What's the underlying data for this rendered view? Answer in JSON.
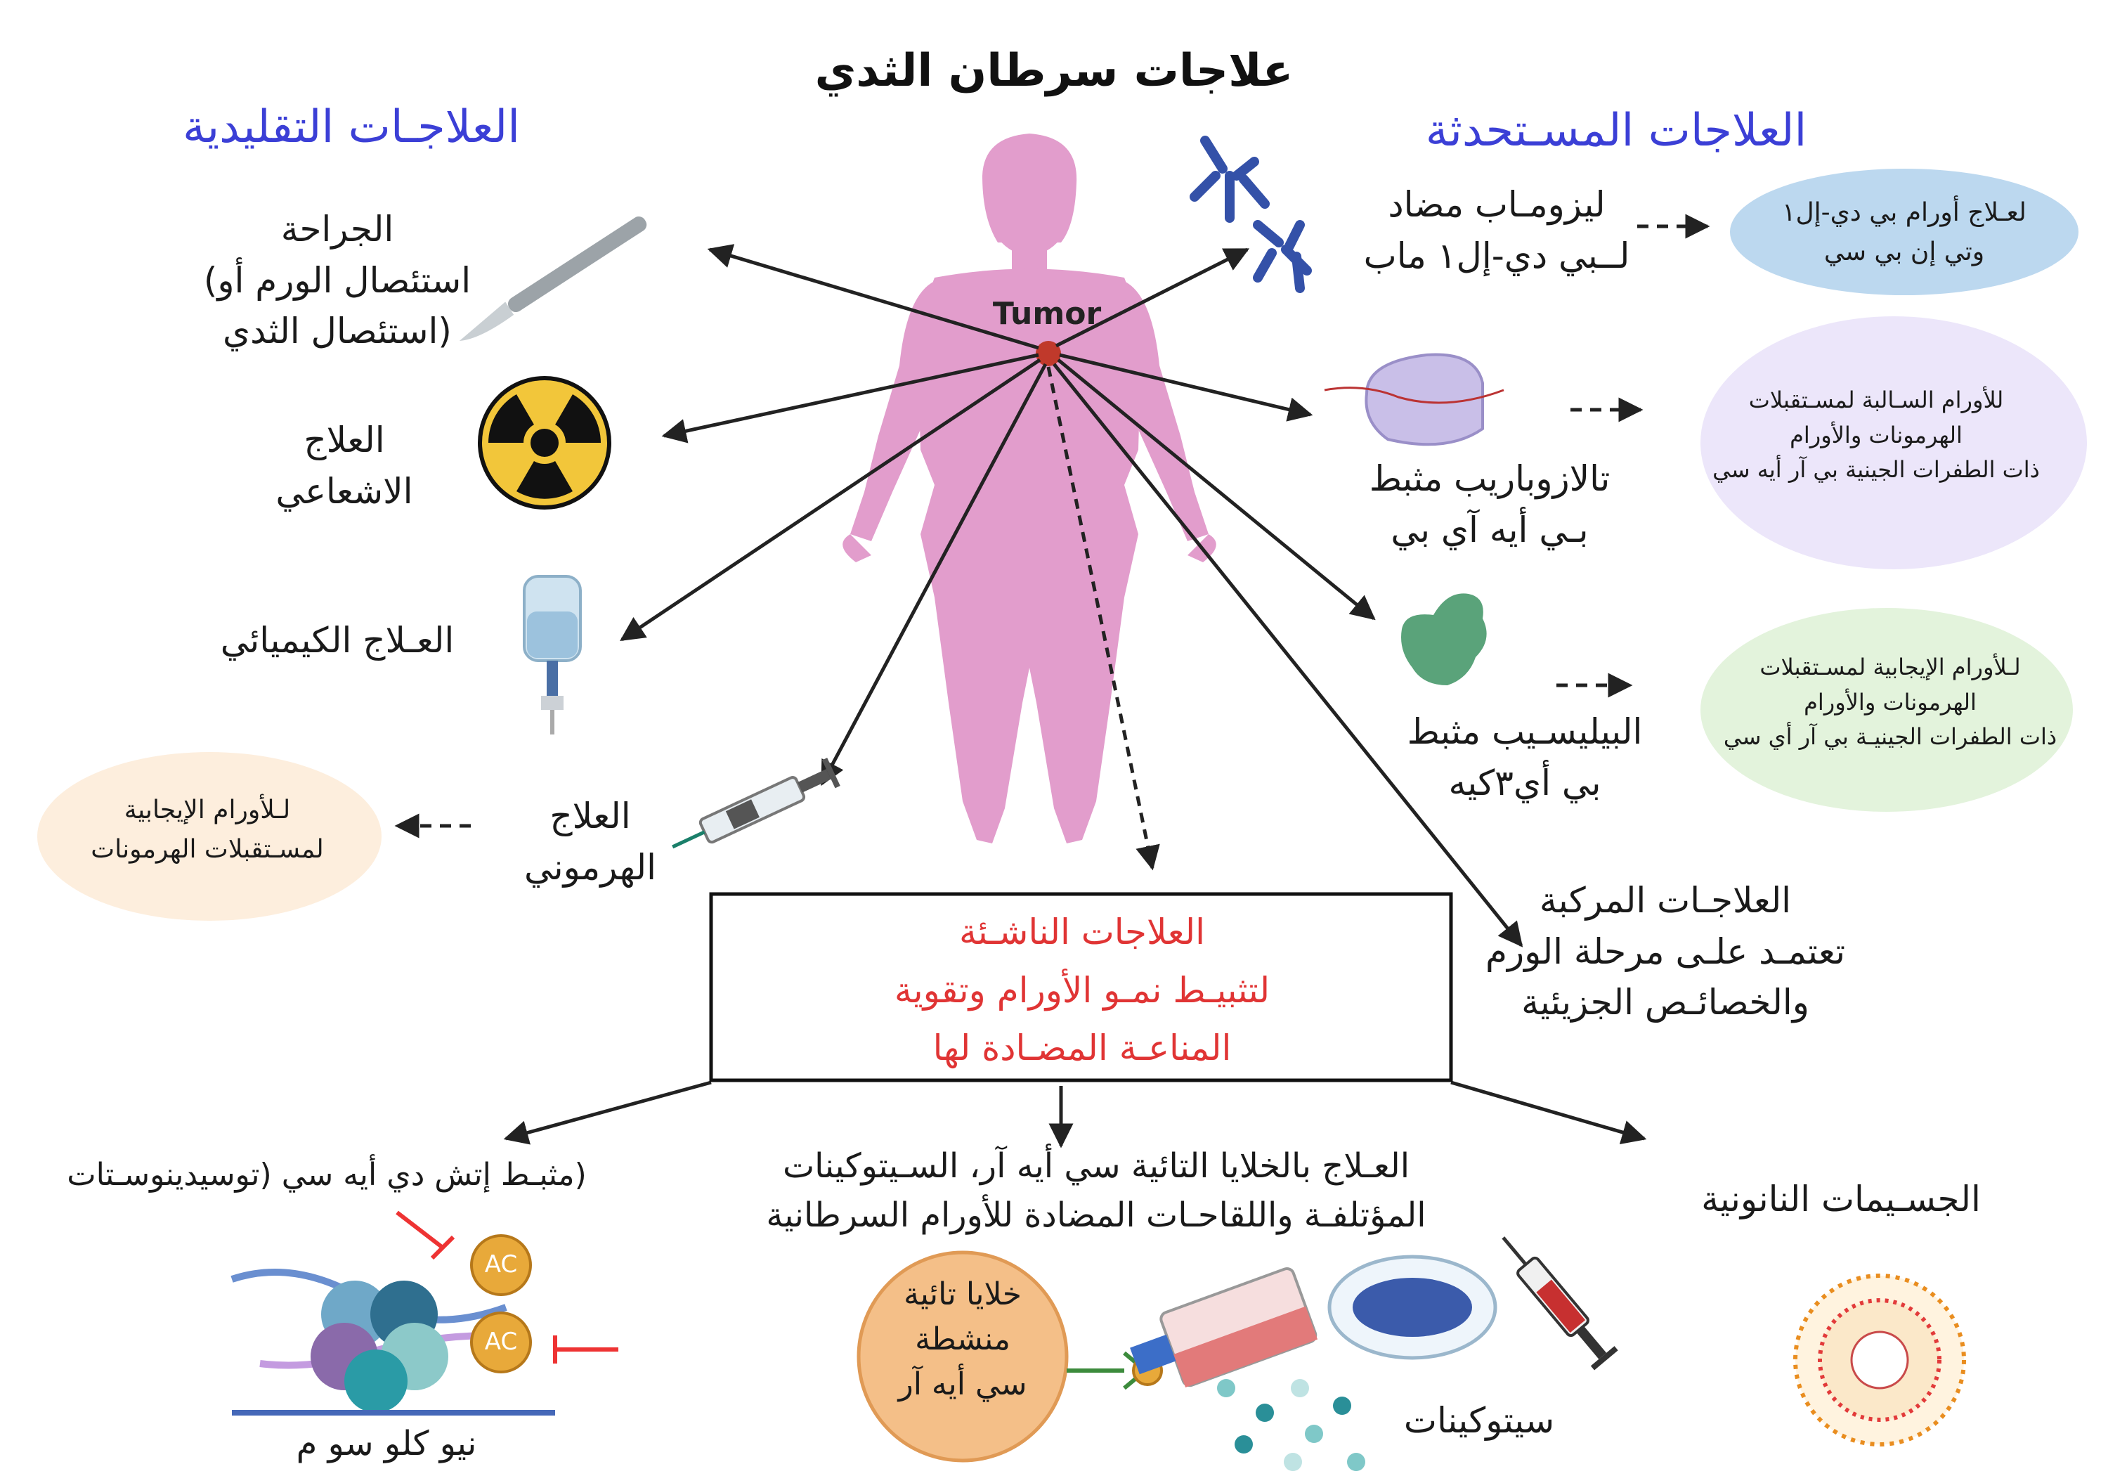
{
  "title": "علاجات سرطان الثدي",
  "headings": {
    "traditional": "العلاجـات التقليدية",
    "modern": "العلاجات المسـتحدثة"
  },
  "center": {
    "tumor_label": "Tumor"
  },
  "traditional": {
    "surgery": [
      "الجراحة",
      "استئصال الورم أو)",
      "(استئصال الثدي"
    ],
    "radiation": [
      "العلاج",
      "الاشعاعي"
    ],
    "chemo": "العـلاج الكيميائي",
    "hormonal": [
      "العلاج",
      "الهرموني"
    ],
    "hormonal_note": [
      "لـلأورام الإيجابية",
      "لمسـتقبلات الهرمونات"
    ]
  },
  "modern": {
    "pdl1": [
      "ليزومـاب مضاد",
      "لــبي دي-إل١ ماب"
    ],
    "pdl1_note": [
      "لعـلاج أورام بي دي-إل١",
      "وتي إن بي سي"
    ],
    "parp": [
      "تالازوباريب مثبط",
      "بـي أيه آي بي"
    ],
    "parp_note": [
      "للأورام السـالبة لمسـتقبلات",
      "الهرمونات  والأورام",
      "ذات الطفرات الجينية بي آر أيه سي"
    ],
    "pi3k": [
      "البيليسـيب مثبط",
      "بي أي٣كيه"
    ],
    "pi3k_note": [
      "لـلأورام الإيجابية لمسـتقبلات",
      "الهرمونات  والأورام",
      "ذات الطفرات الجينيـة بي آر أي سي"
    ],
    "combined": [
      "العلاجـات المركبة",
      "تعتمـد علـى مرحلة الورم",
      "والخصائـص الجزيئية"
    ]
  },
  "emerging_box": [
    "العلاجات الناشـئة",
    "لتثبيـط نمـو الأورام وتقوية",
    "المناعـة المضـادة لها"
  ],
  "bottom": {
    "hdac": "(مثبـط إتش دي أيه سي (توسيدينوسـتات",
    "nucleosome": "نيو كلو سو م",
    "ac_label": "AC",
    "cart": [
      "العـلاج بالخلايا التائية سي أيه آر، السـيتوكينات",
      "المؤتلفـة واللقاحـات المضادة للأورام السرطانية"
    ],
    "activated_t": [
      "خلايا تائية",
      "منشطة",
      "سي أيه آر"
    ],
    "cytokines": "سيتوكينات",
    "nano": "الجسـيمات النانونية"
  },
  "colors": {
    "body": "#e29dcc",
    "tumor": "#c0392b",
    "heading": "#3b3fd6",
    "emerging": "#e03434",
    "note_blue": "#bcd8ef",
    "note_purple": "#ece6fa",
    "note_green": "#e3f3dc",
    "note_peach": "#fdeedd"
  }
}
